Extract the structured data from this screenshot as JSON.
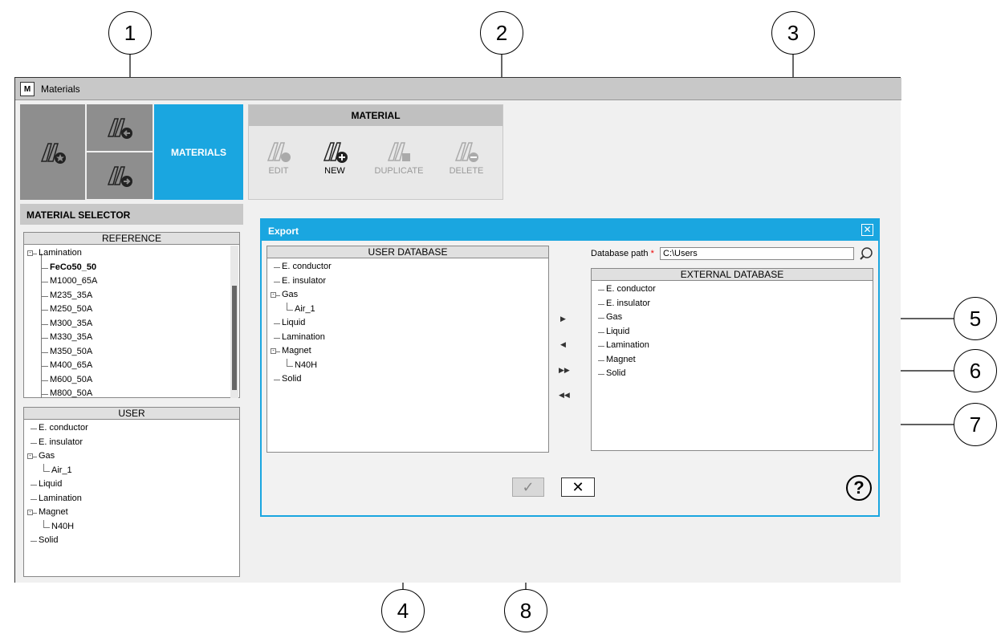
{
  "window": {
    "title": "Materials"
  },
  "ribbon": {
    "materials_tab": "MATERIALS",
    "group_title": "MATERIAL",
    "tools": [
      {
        "label": "EDIT",
        "active": false
      },
      {
        "label": "NEW",
        "active": true
      },
      {
        "label": "DUPLICATE",
        "active": false
      },
      {
        "label": "DELETE",
        "active": false
      }
    ]
  },
  "selector": {
    "title": "MATERIAL SELECTOR",
    "reference_header": "REFERENCE",
    "reference_items": [
      "Lamination",
      "FeCo50_50",
      "M1000_65A",
      "M235_35A",
      "M250_50A",
      "M300_35A",
      "M330_35A",
      "M350_50A",
      "M400_65A",
      "M600_50A",
      "M800_50A"
    ],
    "user_header": "USER",
    "user_items": [
      "E. conductor",
      "E. insulator",
      "Gas",
      "Air_1",
      "Liquid",
      "Lamination",
      "Magnet",
      "N40H",
      "Solid"
    ]
  },
  "dialog": {
    "title": "Export",
    "close_glyph": "✕",
    "user_db_header": "USER DATABASE",
    "user_db_items": [
      "E. conductor",
      "E. insulator",
      "Gas",
      "Air_1",
      "Liquid",
      "Lamination",
      "Magnet",
      "N40H",
      "Solid"
    ],
    "path_label": "Database path",
    "required_mark": "*",
    "path_value": "C:\\Users",
    "external_db_header": "EXTERNAL DATABASE",
    "external_db_items": [
      "E. conductor",
      "E. insulator",
      "Gas",
      "Liquid",
      "Lamination",
      "Magnet",
      "Solid"
    ],
    "move_right": "▶",
    "move_left": "◀",
    "move_all_right": "▶▶",
    "move_all_left": "◀◀",
    "ok_glyph": "✓",
    "cancel_glyph": "✕",
    "help_glyph": "?"
  },
  "callouts": [
    "1",
    "2",
    "3",
    "4",
    "5",
    "6",
    "7",
    "8"
  ],
  "colors": {
    "accent": "#1aa6e0",
    "ribbon_gray": "#8e8e8e",
    "titlebar": "#c8c8c8"
  }
}
